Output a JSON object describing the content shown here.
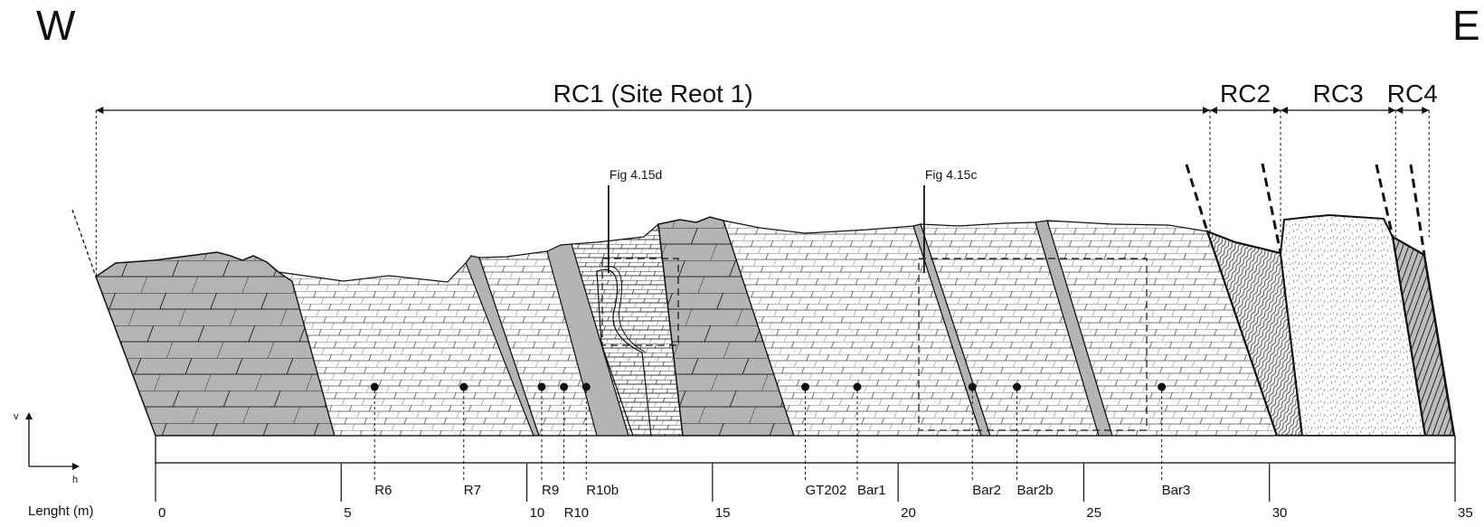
{
  "compass": {
    "west": "W",
    "east": "E"
  },
  "units": [
    {
      "label": "RC1 (Site Reot 1)",
      "start_m": -1.6,
      "end_m": 28.4
    },
    {
      "label": "RC2",
      "start_m": 28.4,
      "end_m": 30.3
    },
    {
      "label": "RC3",
      "start_m": 30.3,
      "end_m": 33.4
    },
    {
      "label": "RC4",
      "start_m": 33.4,
      "end_m": 34.3
    }
  ],
  "figure_refs": [
    {
      "label": "Fig 4.15d",
      "position_m": 12.2
    },
    {
      "label": "Fig 4.15c",
      "position_m": 20.7
    }
  ],
  "samples": [
    {
      "label": "R6",
      "position_m": 5.9
    },
    {
      "label": "R7",
      "position_m": 8.3
    },
    {
      "label": "R9",
      "position_m": 10.4
    },
    {
      "label": "R10",
      "position_m": 11.0
    },
    {
      "label": "R10b",
      "position_m": 11.6
    },
    {
      "label": "GT202",
      "position_m": 17.5
    },
    {
      "label": "Bar1",
      "position_m": 18.9
    },
    {
      "label": "Bar2",
      "position_m": 22.0
    },
    {
      "label": "Bar2b",
      "position_m": 23.2
    },
    {
      "label": "Bar3",
      "position_m": 27.1
    }
  ],
  "scale": {
    "title": "Lenght (m)",
    "min": 0,
    "max": 35,
    "major_ticks": [
      0,
      5,
      10,
      15,
      20,
      25,
      30,
      35
    ],
    "tick_labels": [
      "0",
      "5",
      "10",
      "15",
      "20",
      "25",
      "30",
      "35"
    ]
  },
  "orientation": {
    "vertical": "v",
    "horizontal": "h"
  },
  "colors": {
    "grey_bed": "#b4b4b4",
    "outline": "#111111",
    "paper": "#ffffff"
  }
}
